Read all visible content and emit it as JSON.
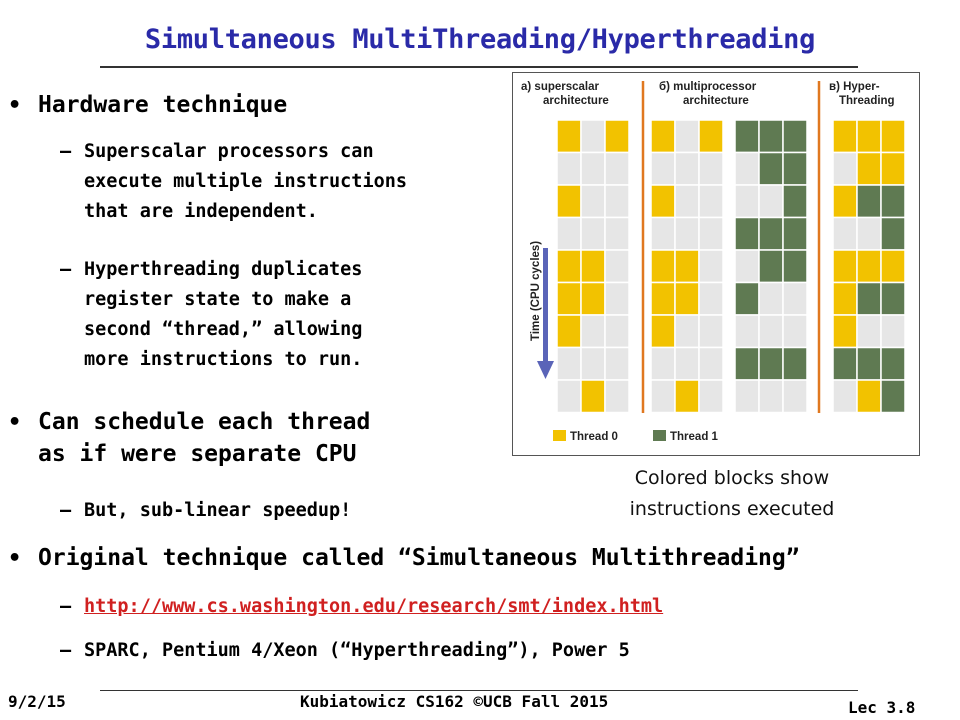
{
  "slide": {
    "title": "Simultaneous MultiThreading/Hyperthreading",
    "bullets": [
      {
        "text": "Hardware technique"
      },
      {
        "text": "Can schedule each thread",
        "text2": "as if were separate CPU"
      },
      {
        "text": "Original technique called “Simultaneous Multithreading”"
      }
    ],
    "subbullets": [
      {
        "lines": [
          "Superscalar processors can",
          "execute multiple instructions",
          "that are independent."
        ]
      },
      {
        "lines": [
          "Hyperthreading duplicates",
          "register state to make a",
          "second “thread,” allowing",
          "more instructions to run."
        ]
      },
      {
        "lines": [
          "But, sub-linear speedup!"
        ]
      },
      {
        "lines": [
          "http://www.cs.washington.edu/research/smt/index.html"
        ]
      },
      {
        "lines": [
          "SPARC, Pentium 4/Xeon (“Hyperthreading”), Power 5"
        ]
      }
    ],
    "bullet_char": "•",
    "dash_char": "–",
    "caption_line1": "Colored blocks show",
    "caption_line2": "instructions executed"
  },
  "figure": {
    "panel_a_line1": "a) superscalar",
    "panel_a_line2": "architecture",
    "panel_b_line1": "б)  multiprocessor",
    "panel_b_line2": "architecture",
    "panel_c_line1": "в) Hyper-",
    "panel_c_line2": "Threading",
    "axis_label": "Time (CPU cycles)",
    "legend_thread0": "Thread 0",
    "legend_thread1": "Thread 1",
    "colors": {
      "thread0": "#f2c200",
      "thread1": "#5f7a52",
      "idle": "#e6e6e6",
      "divider": "#e07820",
      "arrow": "#5a64b8"
    },
    "grids": {
      "superscalar": [
        "101",
        "000",
        "100",
        "000",
        "110",
        "110",
        "100",
        "000",
        "010"
      ],
      "mp_cpu1": [
        "101",
        "000",
        "100",
        "000",
        "110",
        "110",
        "100",
        "000",
        "010"
      ],
      "mp_cpu2": [
        "111",
        "011",
        "001",
        "111",
        "011",
        "100",
        "000",
        "111",
        "000"
      ],
      "hyperthreading": [
        "111",
        "011",
        "122",
        "002",
        "111",
        "122",
        "100",
        "222",
        "012"
      ]
    }
  },
  "footer": {
    "date": "9/2/15",
    "course": "Kubiatowicz CS162 ©UCB Fall 2015",
    "lecture": "Lec 3.8"
  }
}
